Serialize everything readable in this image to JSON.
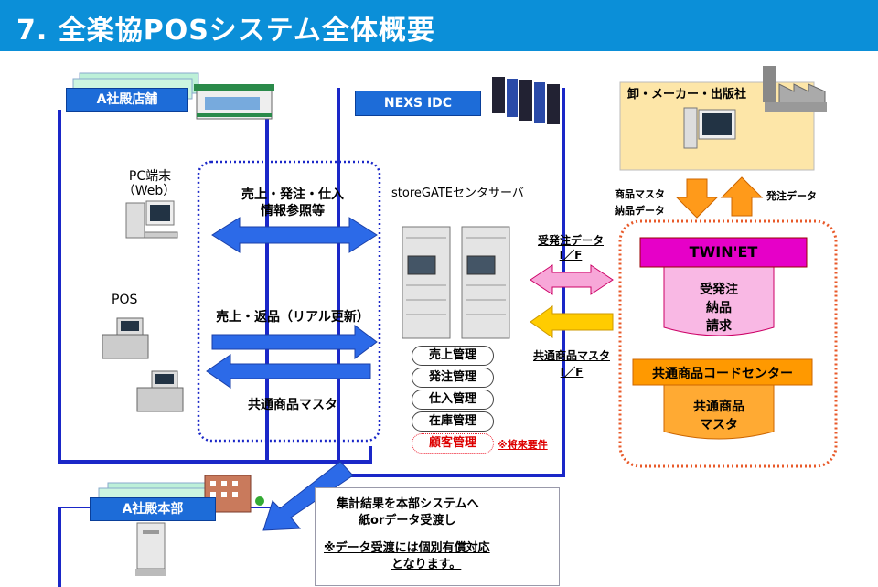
{
  "slide": {
    "title": "7. 全楽協POSシステム全体概要"
  },
  "store": {
    "label": "A社殿店舗",
    "pc_label_line1": "PC端末",
    "pc_label_line2": "（Web）",
    "pos_label": "POS"
  },
  "hq": {
    "label": "A社殿本部"
  },
  "idc": {
    "label": "NEXS IDC",
    "server_label": "storeGATEセンタサーバ"
  },
  "flows": {
    "sales_inquiry_line1": "売上・発注・仕入",
    "sales_inquiry_line2": "情報参照等",
    "realtime_update": "売上・返品（リアル更新）",
    "common_master": "共通商品マスタ"
  },
  "modules": [
    "売上管理",
    "発注管理",
    "仕入管理",
    "在庫管理"
  ],
  "future_module": {
    "label": "顧客管理",
    "note": "※将来要件"
  },
  "interfaces": {
    "order_data": "受発注データ",
    "order_if": "I／F",
    "master_data": "共通商品マスタ",
    "master_if": "I／F"
  },
  "supplier": {
    "label": "卸・メーカー・出版社",
    "down_line1": "商品マスタ",
    "down_line2": "納品データ",
    "up_label": "発注データ"
  },
  "twinet": {
    "header": "TWIN'ET",
    "line1": "受発注",
    "line2": "納品",
    "line3": "請求"
  },
  "codecenter": {
    "header": "共通商品コードセンター",
    "line1": "共通商品",
    "line2": "マスタ"
  },
  "note": {
    "line1": "集計結果を本部システムへ",
    "line2": "紙orデータ受渡し",
    "line3": "※データ受渡には個別有償対応",
    "line4": "となります。"
  },
  "colors": {
    "title_bar": "#0b8fd8",
    "label_box": "#1d6cd8",
    "frame_line": "#1a27c8",
    "dotted_blue": "#1a27c8",
    "dotted_red": "#e85a2a",
    "twinet_header": "#e600c8",
    "code_header": "#ff9900",
    "arrow_blue": "#2c6ae8",
    "arrow_pink": "#f7a7d8",
    "arrow_yellow": "#ffcc00",
    "arrow_orange": "#ff9a1a"
  }
}
